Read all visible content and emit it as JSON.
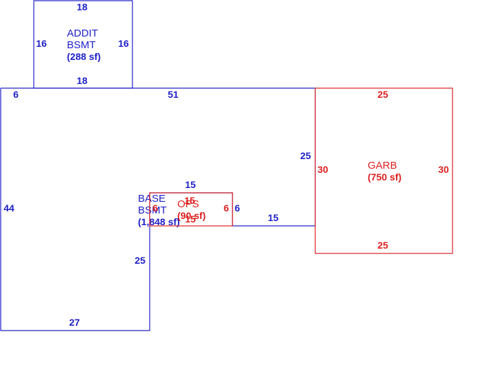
{
  "colors": {
    "bsmt": "#2020c8",
    "ext": "#dc2020",
    "background": "#ffffff"
  },
  "areas": {
    "addit_bsmt": {
      "name_line1": "ADDIT",
      "name_line2": "BSMT",
      "area": "(288 sf)",
      "dims": {
        "top": "18",
        "bottom": "18",
        "left": "16",
        "right": "16"
      }
    },
    "base_bsmt": {
      "name_line1": "BASE",
      "name_line2": "BSMT",
      "area": "(1,848 sf)",
      "dims": {
        "top_left": "6",
        "top": "51",
        "right_upper": "25",
        "step_right": "15",
        "notch_top": "15",
        "notch_right": "6",
        "left": "44",
        "lower_right": "25",
        "bottom": "27"
      }
    },
    "ops": {
      "name": "OPS",
      "area": "(90 sf)",
      "dims": {
        "top": "15",
        "right": "6",
        "left": "6",
        "bottom": "15"
      }
    },
    "garb": {
      "name": "GARB",
      "area": "(750 sf)",
      "dims": {
        "top": "25",
        "bottom": "25",
        "left": "30",
        "right": "30"
      }
    }
  }
}
